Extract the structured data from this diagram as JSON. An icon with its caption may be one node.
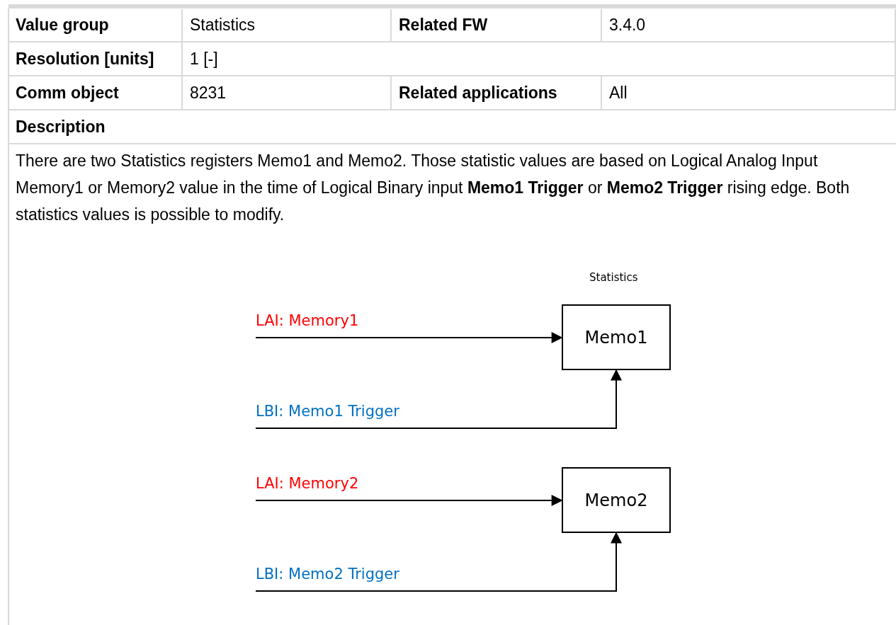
{
  "diagram": {
    "nodes": [
      {
        "text": [
          "LAI: Memory1"
        ]
      },
      {
        "text": [
          "Memo1"
        ]
      },
      {
        "text": [
          "LBI: Memo1 Trigger"
        ]
      },
      {
        "text": [
          "LAI: Memory2"
        ]
      },
      {
        "text": [
          "Memo2"
        ]
      },
      {
        "text": [
          "LBI: Memo2 Trigger"
        ]
      }
    ],
    "edges": [
      {
        "from": 0,
        "to": 1,
        "arrow": "to"
      },
      {
        "from": 2,
        "to": 1,
        "arrow": "to"
      },
      {
        "from": 3,
        "to": 4,
        "arrow": "to"
      },
      {
        "from": 5,
        "to": 4,
        "arrow": "to"
      }
    ],
    "labels": [
      "Value group",
      "Statistics",
      "Related FW",
      "3.4.0",
      "Resolution [units]",
      "1 [-]",
      "Comm object",
      "8231",
      "Related applications",
      "All",
      "Description",
      "There are two Statistics registers Memo1 and Memo2. Those statistic values are based on Logical Analog Input Memory1 or Memory2 value in the time of Logical Binary input **Memo1 Trigger** or **Memo2 Trigger** rising edge. Both statistics values is possible to modify.",
      "Statistics"
    ]
  }
}
